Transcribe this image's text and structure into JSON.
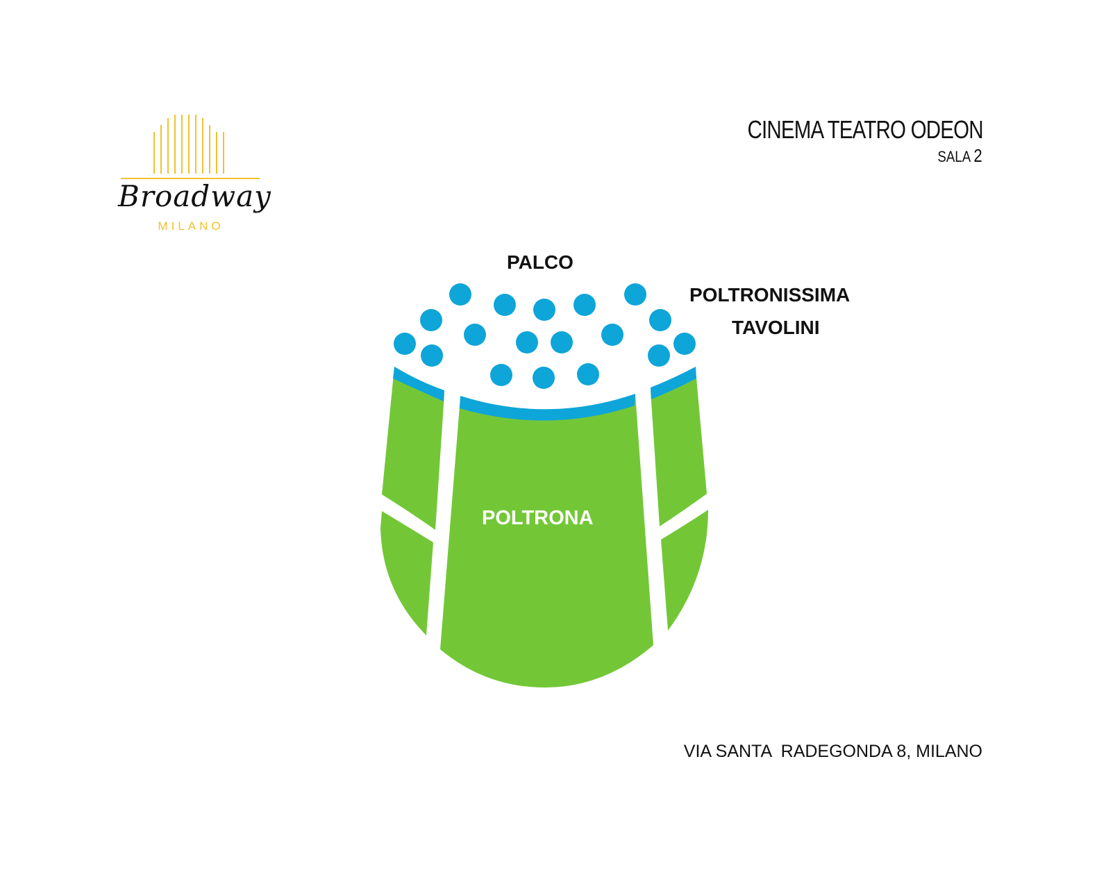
{
  "logo": {
    "name": "Broadway",
    "city": "MILANO",
    "gold_color": "#f2c12e"
  },
  "venue": {
    "title": "CINEMA TEATRO ODEON",
    "hall_word": "SALA",
    "hall_number": "2"
  },
  "zones": {
    "palco": {
      "label": "PALCO",
      "color": "#0ea5d8"
    },
    "poltronissima": {
      "label": "POLTRONISSIMA",
      "color": "#0ea5d8"
    },
    "tavolini": {
      "label": "TAVOLINI",
      "color": "#0ea5d8"
    },
    "poltrona": {
      "label": "POLTRONA",
      "color": "#73c737"
    }
  },
  "address": "VIA SANTA  RADEGONDA 8, MILANO"
}
